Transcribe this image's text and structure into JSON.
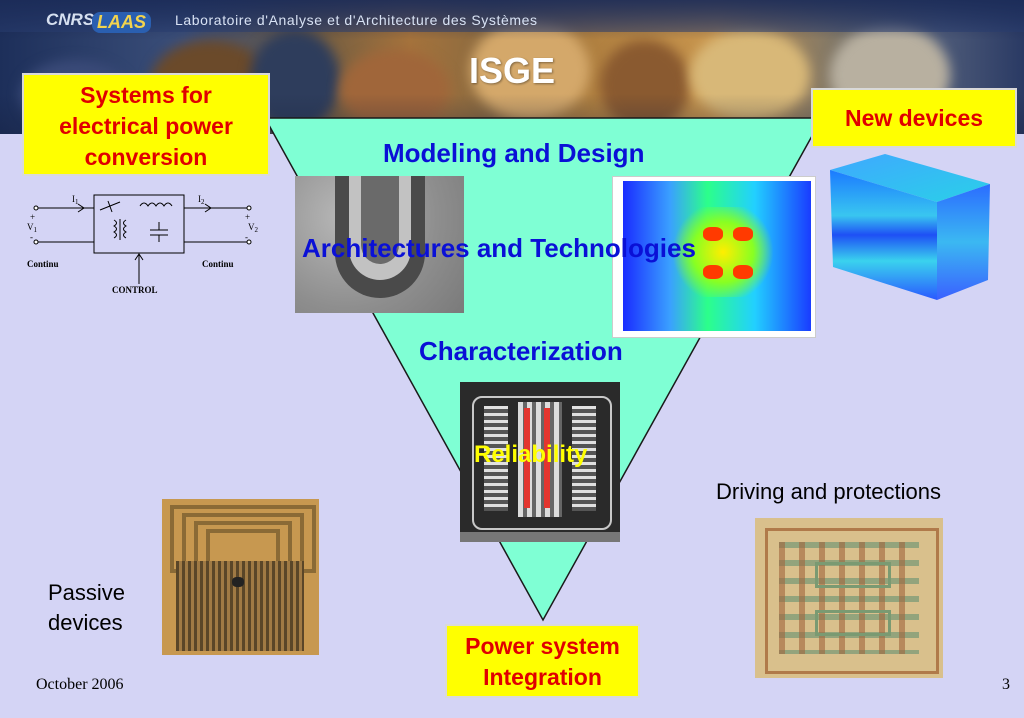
{
  "header": {
    "lab_name": "Laboratoire d'Analyse et d'Architecture des Systèmes",
    "logo_cnrs": "CNRS",
    "logo_laas": "LAAS"
  },
  "slide": {
    "title": "ISGE",
    "box_left": [
      "Systems for",
      "electrical power",
      "conversion"
    ],
    "box_right": "New devices",
    "box_bottom": [
      "Power system",
      "Integration"
    ],
    "layer_1": "Modeling and Design",
    "layer_2": "Architectures and Technologies",
    "layer_3": "Characterization",
    "layer_4": "Reliability",
    "caption_driving": "Driving and protections",
    "caption_passive": [
      "Passive",
      "devices"
    ],
    "footer_date": "October 2006",
    "page_number": "3"
  },
  "circuit": {
    "i1": "I",
    "i1_sub": "1",
    "i2": "I",
    "i2_sub": "2",
    "v1": "V",
    "v1_sub": "1",
    "v2": "V",
    "v2_sub": "2",
    "plus": "+",
    "minus": "-",
    "label_left": "Continu",
    "label_right": "Continu",
    "label_control": "CONTROL"
  },
  "colors": {
    "background": "#d4d4f5",
    "triangle": "#7fffd4",
    "box_fill": "#ffff00",
    "box_text": "#e00000",
    "layer_text": "#0a10d6",
    "reliability_text": "#ffff00"
  }
}
